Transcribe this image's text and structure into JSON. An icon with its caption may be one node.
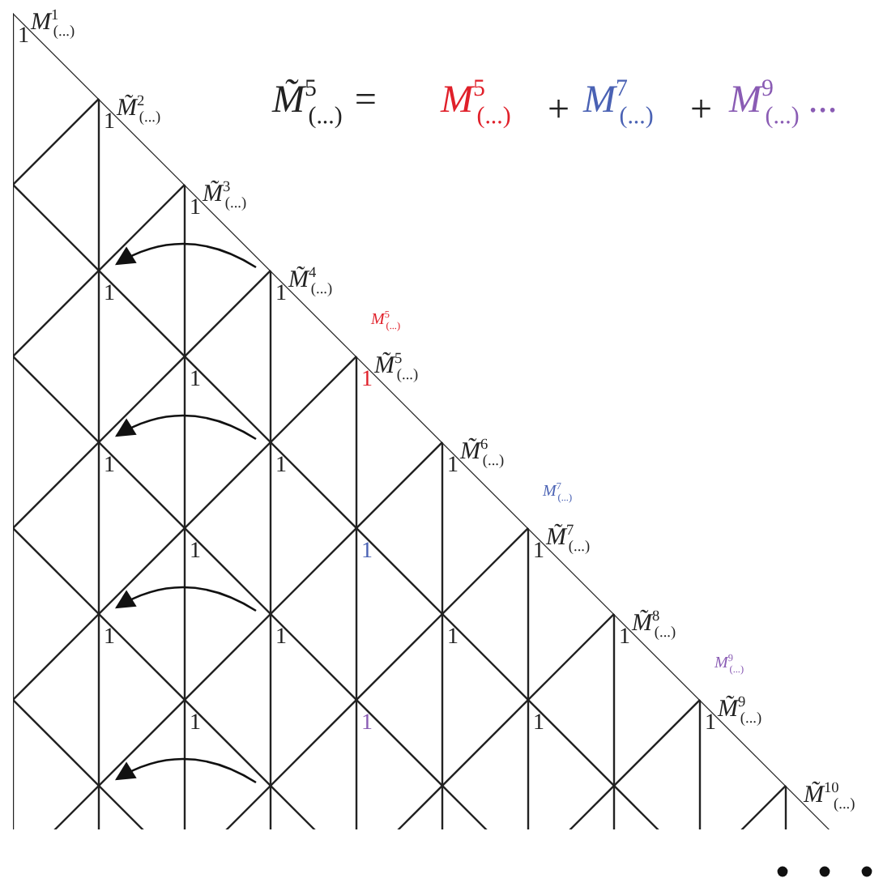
{
  "diagram": {
    "labels": [
      "M$^{1}$$_{(...)}$",
      "1",
      "1",
      "M̃$^{2}$$_{(...)}$",
      "M̃$^{5}$$_{(...)}$ =",
      "M$^{5}$$_{(...)}$",
      "+",
      "M$^{7}$$_{(...)}$",
      "+",
      "M$^{9}$$_{(...)}$ ...",
      "1",
      "M̃$^{3}$$_{(...)}$",
      "1",
      "1",
      "M̃$^{4}$$_{(...)}$",
      "M$^{5}$$_{(...)}$",
      "1",
      "1",
      "M̃$^{5}$$_{(...)}$",
      "1",
      "1",
      "1",
      "M̃$^{6}$$_{(...)}$",
      "M$^{7}$$_{(...)}$",
      "1",
      "1",
      "1",
      "M̃$^{7}$$_{(...)}$",
      "1",
      "1",
      "1",
      "1",
      "M̃$^{8}$$_{(...)}$",
      "M$^{9}$$_{(...)}$",
      "1",
      "1",
      "1",
      "1",
      "M̃$^{9}$$_{(...)}$",
      "M̃$^{10}$$_{(...)}$"
    ]
  }
}
